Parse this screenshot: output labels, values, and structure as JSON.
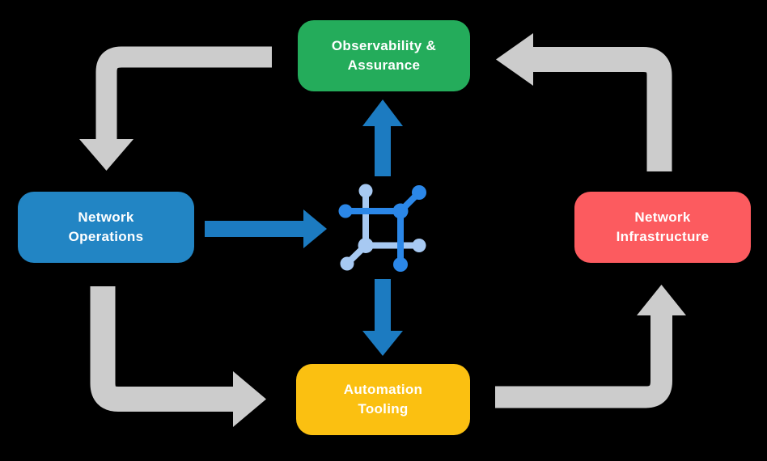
{
  "colors": {
    "background": "#000000",
    "node_green": "#24AC5B",
    "node_blue": "#2285C4",
    "node_red": "#FC5B5F",
    "node_yellow": "#FBC011",
    "node_text": "#FFFFFF",
    "arrow_gray": "#CCCCCC",
    "arrow_blue": "#1C7BC1",
    "icon_blue_dark": "#2B87E8",
    "icon_blue_light": "#A7C9F2"
  },
  "diagram": {
    "nodes": [
      {
        "id": "observability-assurance",
        "label": "Observability &\nAssurance",
        "color": "#24AC5B"
      },
      {
        "id": "network-operations",
        "label": "Network\nOperations",
        "color": "#2285C4"
      },
      {
        "id": "network-infrastructure",
        "label": "Network\nInfrastructure",
        "color": "#FC5B5F"
      },
      {
        "id": "automation-tooling",
        "label": "Automation\nTooling",
        "color": "#FBC011"
      }
    ],
    "center_icon": "network-fabric-icon",
    "flows": [
      {
        "from": "observability-assurance",
        "to": "network-operations",
        "style": "gray-cycle"
      },
      {
        "from": "network-operations",
        "to": "automation-tooling",
        "style": "gray-cycle"
      },
      {
        "from": "automation-tooling",
        "to": "network-infrastructure",
        "style": "gray-cycle"
      },
      {
        "from": "network-infrastructure",
        "to": "observability-assurance",
        "style": "gray-cycle"
      },
      {
        "from": "network-operations",
        "to": "center-icon",
        "style": "blue-direct"
      },
      {
        "from": "center-icon",
        "to": "observability-assurance",
        "style": "blue-direct"
      },
      {
        "from": "center-icon",
        "to": "automation-tooling",
        "style": "blue-direct"
      }
    ]
  }
}
